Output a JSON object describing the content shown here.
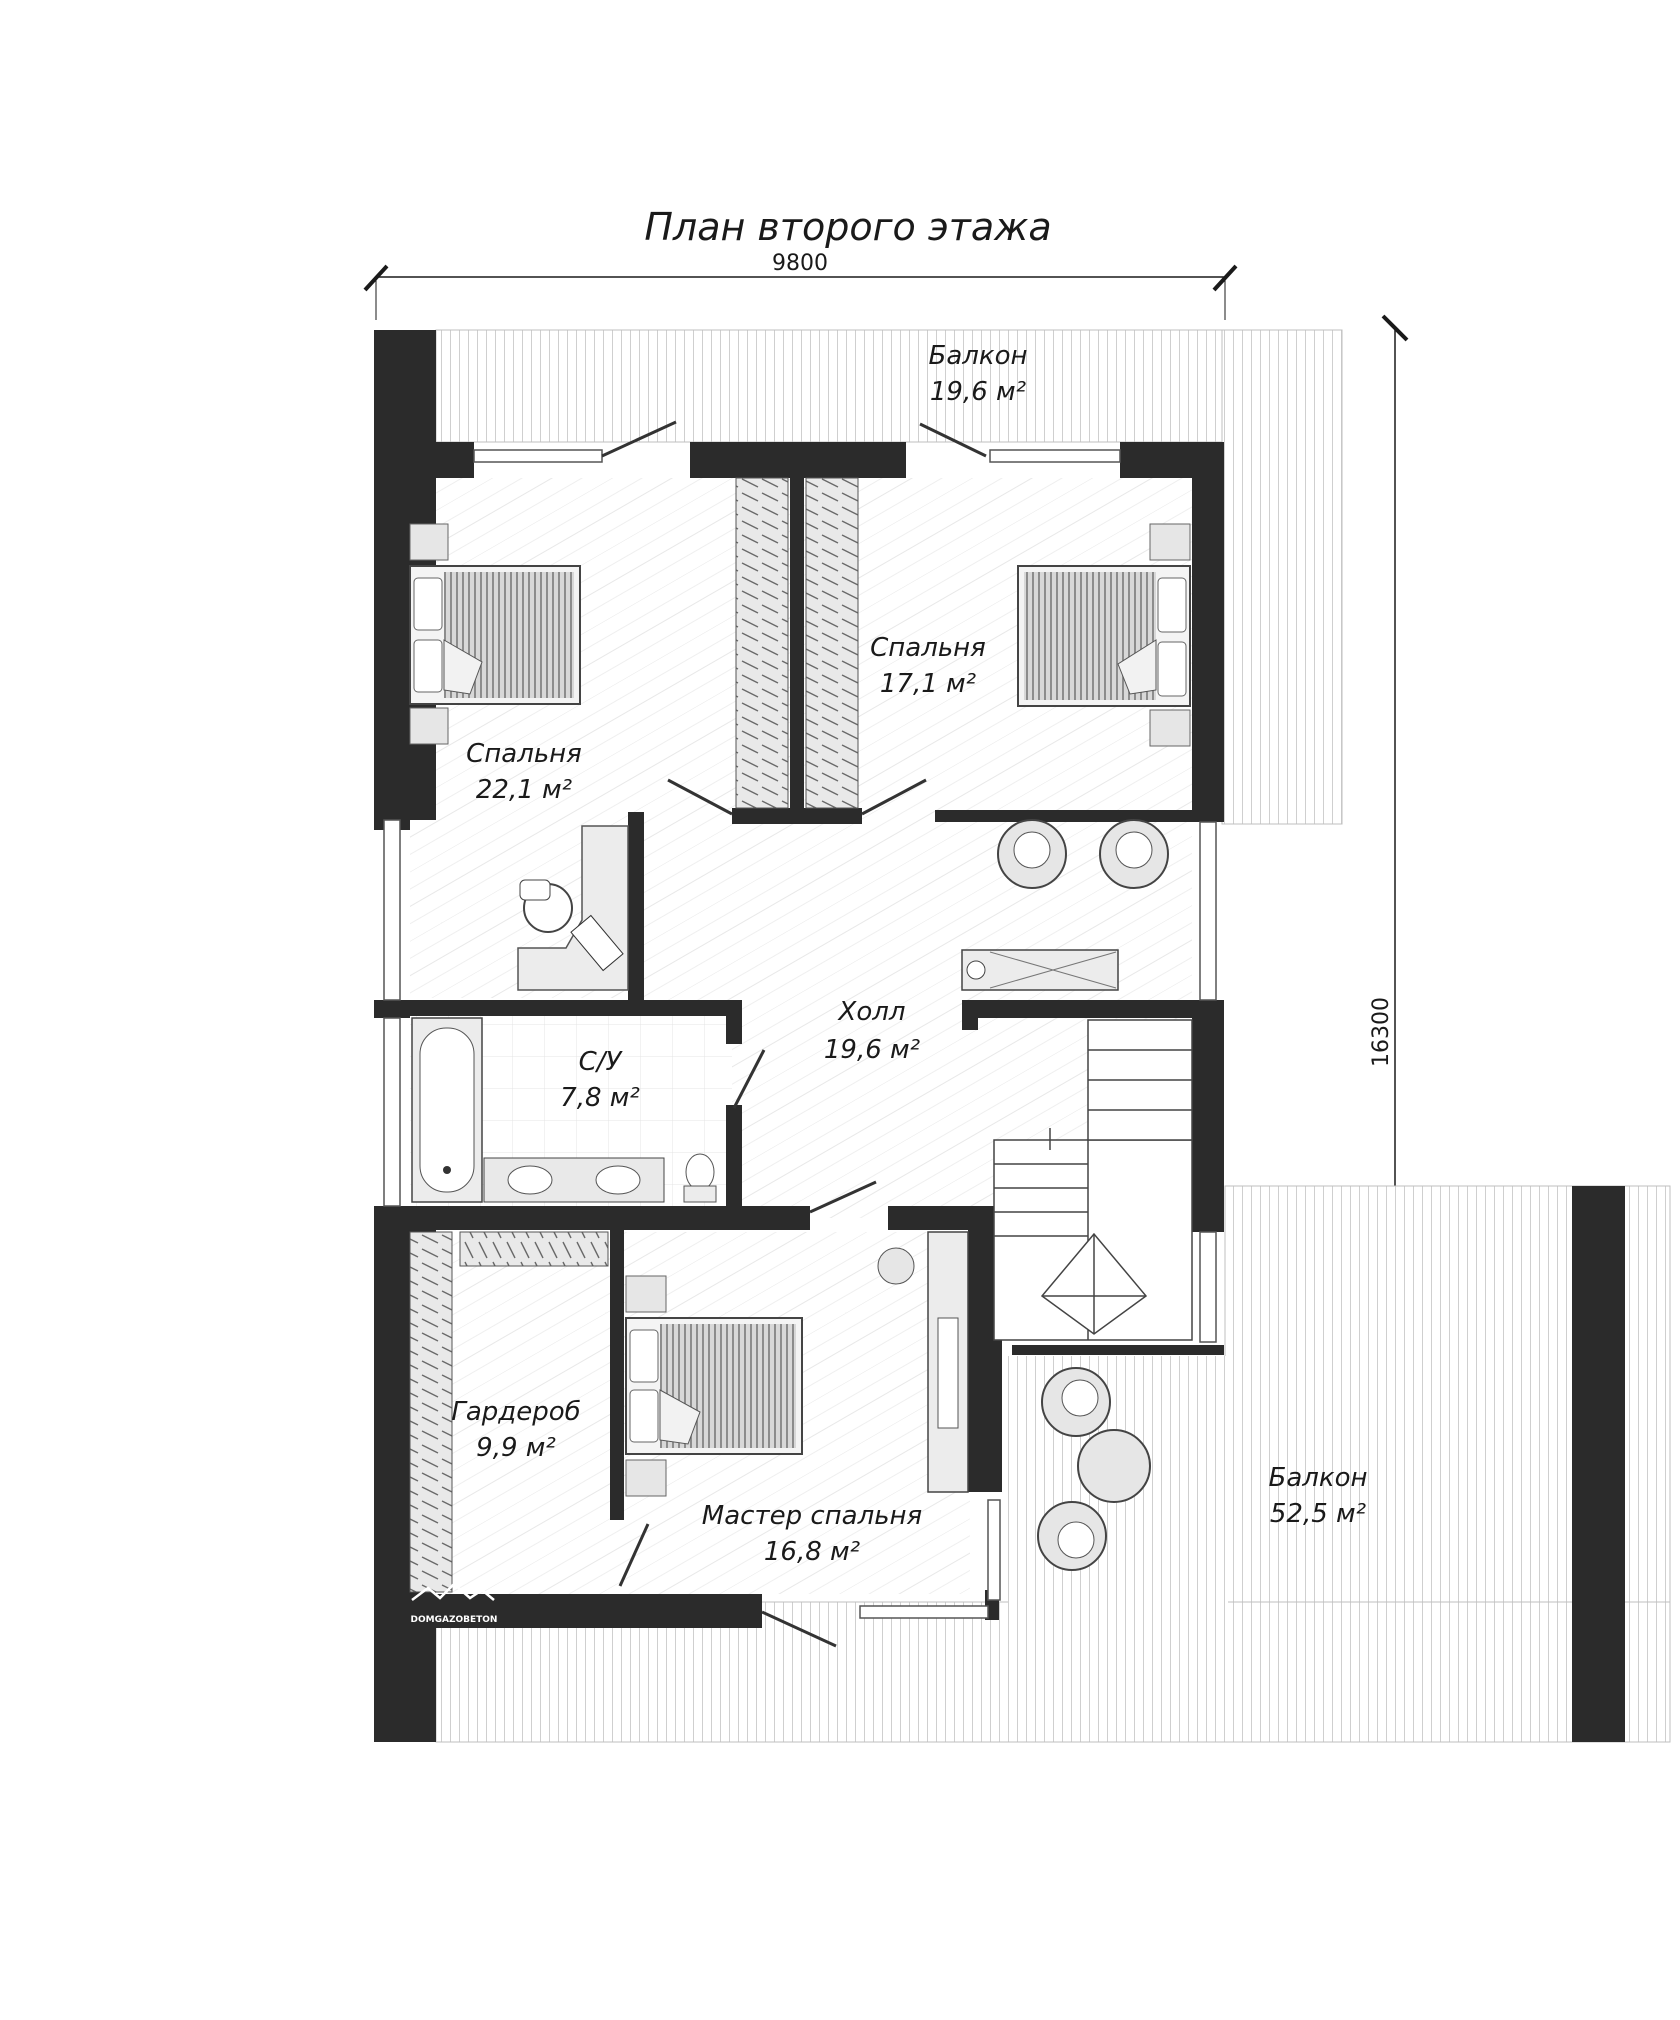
{
  "title": "План второго этажа",
  "dimensions": {
    "width": "9800",
    "height": "16300"
  },
  "rooms": [
    {
      "id": "balcony-top",
      "name": "Балкон",
      "area": "19,6 м²"
    },
    {
      "id": "bedroom-1",
      "name": "Спальня",
      "area": "22,1 м²"
    },
    {
      "id": "bedroom-2",
      "name": "Спальня",
      "area": "17,1 м²"
    },
    {
      "id": "hall",
      "name": "Холл",
      "area": "19,6 м²"
    },
    {
      "id": "bathroom",
      "name": "С/У",
      "area": "7,8 м²"
    },
    {
      "id": "wardrobe",
      "name": "Гардероб",
      "area": "9,9 м²"
    },
    {
      "id": "master-bedroom",
      "name": "Мастер спальня",
      "area": "16,8 м²"
    },
    {
      "id": "balcony-large",
      "name": "Балкон",
      "area": "52,5 м²"
    }
  ],
  "logo": {
    "text": "DOMGAZOBETON"
  },
  "colors": {
    "wall": "#2b2b2b",
    "floor_line": "#d9d9d9",
    "furniture": "#e6e6e6"
  }
}
